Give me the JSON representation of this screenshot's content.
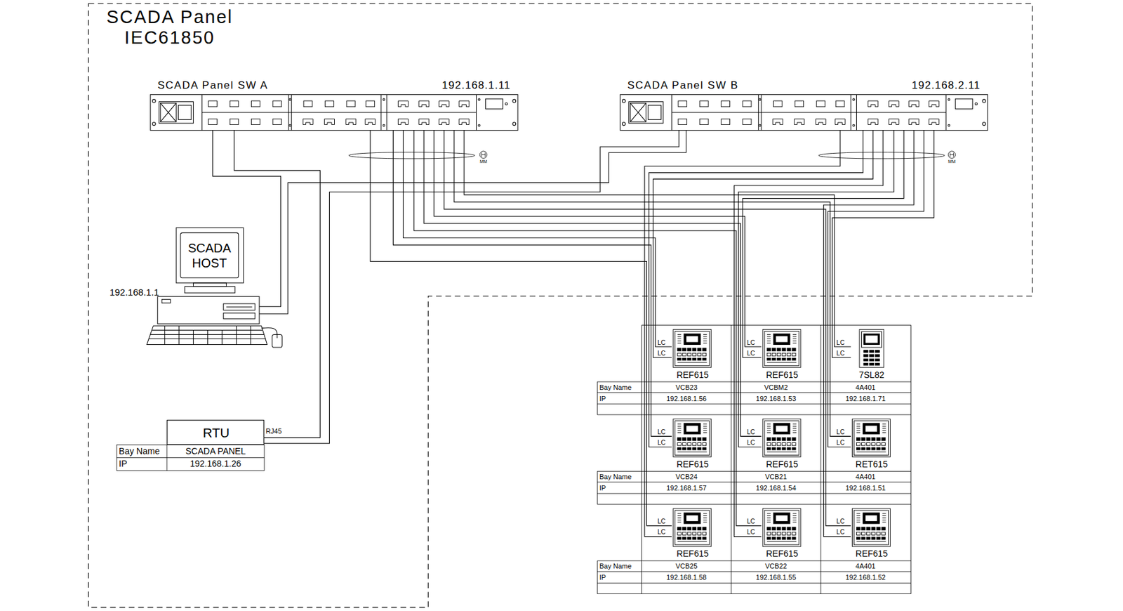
{
  "diagram": {
    "nodes": [
      {
        "text": [
          "SCADA Panel IEC61850"
        ]
      },
      {
        "text": [
          "SCADA Panel SW A",
          "192.168.1.11"
        ],
        "in": 0
      },
      {
        "text": [
          "SCADA Panel SW B",
          "192.168.2.11"
        ],
        "in": 0
      },
      {
        "text": [
          "SCADA HOST",
          "192.168.1.1"
        ],
        "in": 0
      },
      {
        "text": [
          "RTU"
        ],
        "in": 0
      },
      {
        "text": [
          "REF615"
        ]
      },
      {
        "text": [
          "REF615"
        ]
      },
      {
        "text": [
          "7SL82"
        ]
      },
      {
        "text": [
          "REF615"
        ]
      },
      {
        "text": [
          "REF615"
        ]
      },
      {
        "text": [
          "RET615"
        ]
      },
      {
        "text": [
          "REF615"
        ]
      },
      {
        "text": [
          "REF615"
        ]
      },
      {
        "text": [
          "REF615"
        ]
      }
    ],
    "edges": [
      {
        "from": 1,
        "to": 3,
        "arrow": "none"
      },
      {
        "from": 2,
        "to": 3,
        "arrow": "none"
      },
      {
        "from": 1,
        "to": 4,
        "arrow": "none"
      },
      {
        "from": 2,
        "to": 4,
        "arrow": "none"
      },
      {
        "from": 1,
        "to": 5,
        "arrow": "none"
      },
      {
        "from": 2,
        "to": 5,
        "arrow": "none"
      },
      {
        "from": 1,
        "to": 6,
        "arrow": "none"
      },
      {
        "from": 2,
        "to": 6,
        "arrow": "none"
      },
      {
        "from": 1,
        "to": 7,
        "arrow": "none"
      },
      {
        "from": 2,
        "to": 7,
        "arrow": "none"
      },
      {
        "from": 1,
        "to": 8,
        "arrow": "none"
      },
      {
        "from": 2,
        "to": 8,
        "arrow": "none"
      },
      {
        "from": 1,
        "to": 9,
        "arrow": "none"
      },
      {
        "from": 2,
        "to": 9,
        "arrow": "none"
      },
      {
        "from": 1,
        "to": 10,
        "arrow": "none"
      },
      {
        "from": 2,
        "to": 10,
        "arrow": "none"
      },
      {
        "from": 1,
        "to": 11,
        "arrow": "none"
      },
      {
        "from": 2,
        "to": 11,
        "arrow": "none"
      },
      {
        "from": 1,
        "to": 12,
        "arrow": "none"
      },
      {
        "from": 2,
        "to": 12,
        "arrow": "none"
      },
      {
        "from": 1,
        "to": 13,
        "arrow": "none"
      },
      {
        "from": 2,
        "to": 13,
        "arrow": "none"
      }
    ],
    "labels": [
      "RJ45",
      "Bay Name",
      "SCADA PANEL",
      "IP",
      "192.168.1.26",
      "MM",
      "MM",
      "LC",
      "LC",
      "LC",
      "LC",
      "LC",
      "LC",
      "LC",
      "LC",
      "LC",
      "LC",
      "LC",
      "LC",
      "LC",
      "LC",
      "LC",
      "LC",
      "LC",
      "LC",
      "Bay Name",
      "VCB23",
      "VCBM2",
      "4A401",
      "IP",
      "192.168.1.56",
      "192.168.1.53",
      "192.168.1.71",
      "Bay Name",
      "VCB24",
      "VCB21",
      "4A401",
      "IP",
      "192.168.1.57",
      "192.168.1.54",
      "192.168.1.51",
      "Bay Name",
      "VCB25",
      "VCB22",
      "4A401",
      "IP",
      "192.168.1.58",
      "192.168.1.55",
      "192.168.1.52"
    ]
  }
}
